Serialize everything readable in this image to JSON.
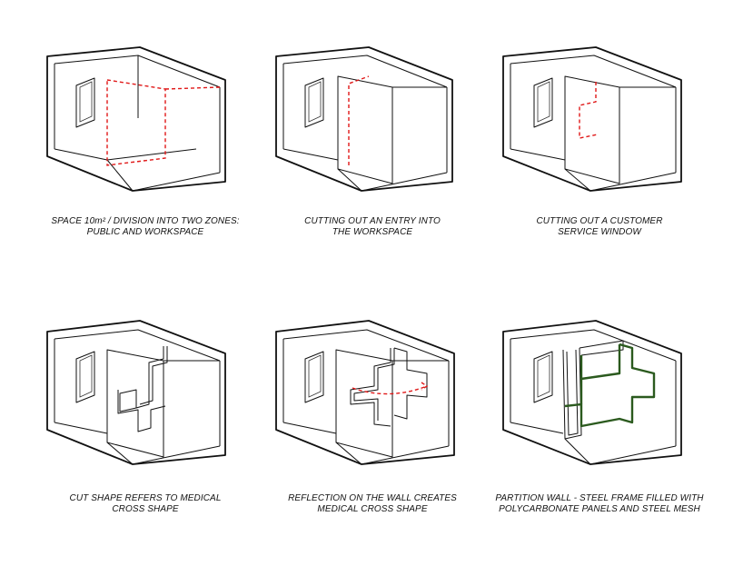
{
  "panels": [
    {
      "caption": [
        "SPACE 10m² / DIVISION INTO TWO ZONES:",
        "PUBLIC AND WORKSPACE"
      ]
    },
    {
      "caption": [
        "CUTTING OUT AN ENTRY INTO",
        "THE WORKSPACE"
      ]
    },
    {
      "caption": [
        "CUTTING OUT A CUSTOMER",
        "SERVICE WINDOW"
      ]
    },
    {
      "caption": [
        "CUT SHAPE REFERS TO MEDICAL",
        "CROSS SHAPE"
      ]
    },
    {
      "caption": [
        "REFLECTION ON THE WALL CREATES",
        "MEDICAL CROSS SHAPE"
      ]
    },
    {
      "caption": [
        "PARTITION WALL - STEEL FRAME FILLED WITH",
        "POLYCARBONATE  PANELS AND STEEL MESH"
      ]
    }
  ],
  "colors": {
    "ink": "#111111",
    "proposal_red": "#e01818",
    "steel_green": "#2b5a1e",
    "background": "#ffffff"
  }
}
